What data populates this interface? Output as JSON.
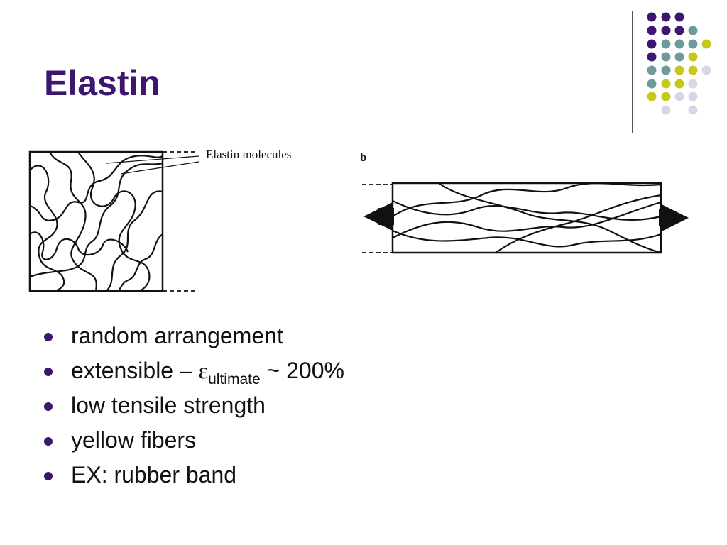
{
  "slide": {
    "title": "Elastin",
    "colors": {
      "title": "#3d1670",
      "dot_purple": "#3d1670",
      "dot_teal": "#6f9a9c",
      "dot_yellow": "#c8c81a",
      "dot_lavender": "#d7d6e8"
    }
  },
  "figure_a": {
    "label": "Elastin molecules"
  },
  "figure_b": {
    "label": "b"
  },
  "bullets": [
    {
      "text": "random arrangement"
    },
    {
      "prefix": "extensible – ",
      "symbol": "ε",
      "subscript": "ultimate",
      "suffix": " ~ 200%"
    },
    {
      "text": "low tensile strength"
    },
    {
      "text": "yellow fibers"
    },
    {
      "text": "EX: rubber band"
    }
  ]
}
